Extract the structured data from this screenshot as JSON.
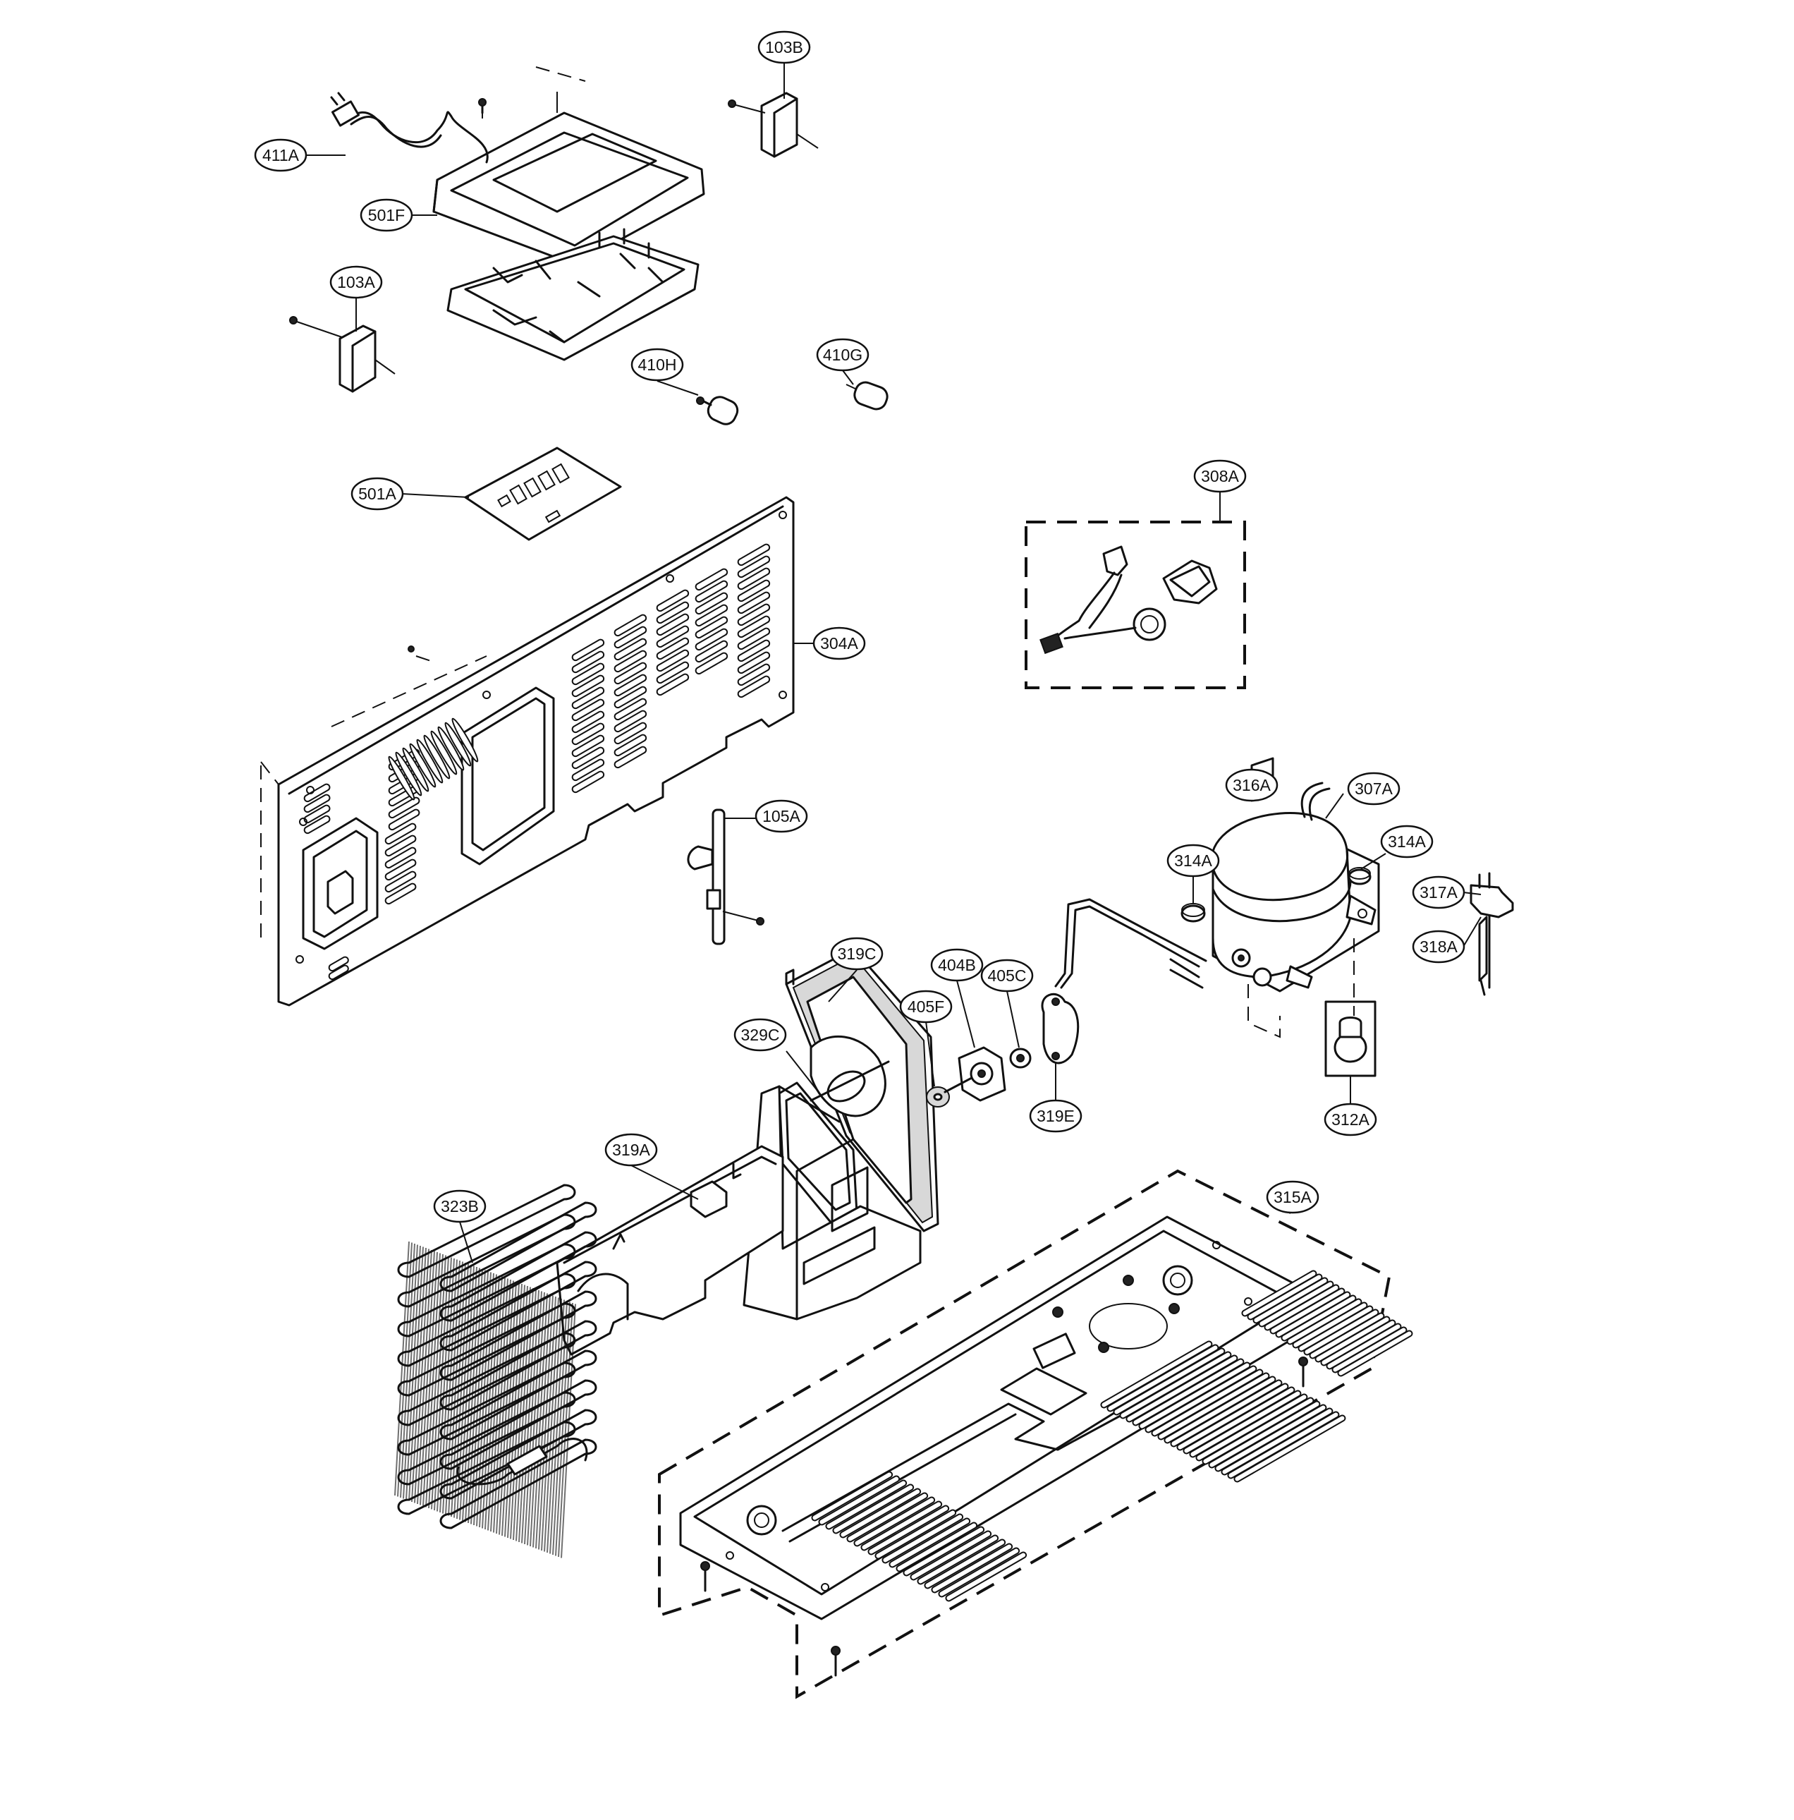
{
  "labels": {
    "p103B": "103B",
    "p411A": "411A",
    "p501F": "501F",
    "p103A": "103A",
    "p410H": "410H",
    "p410G": "410G",
    "p501A": "501A",
    "p308A": "308A",
    "p304A": "304A",
    "p316A": "316A",
    "p307A": "307A",
    "p105A": "105A",
    "p314A_left": "314A",
    "p314A_right": "314A",
    "p317A": "317A",
    "p318A": "318A",
    "p319C": "319C",
    "p404B": "404B",
    "p405C": "405C",
    "p405F": "405F",
    "p329C": "329C",
    "p319E": "319E",
    "p312A": "312A",
    "p319A": "319A",
    "p315A": "315A",
    "p323B": "323B"
  }
}
